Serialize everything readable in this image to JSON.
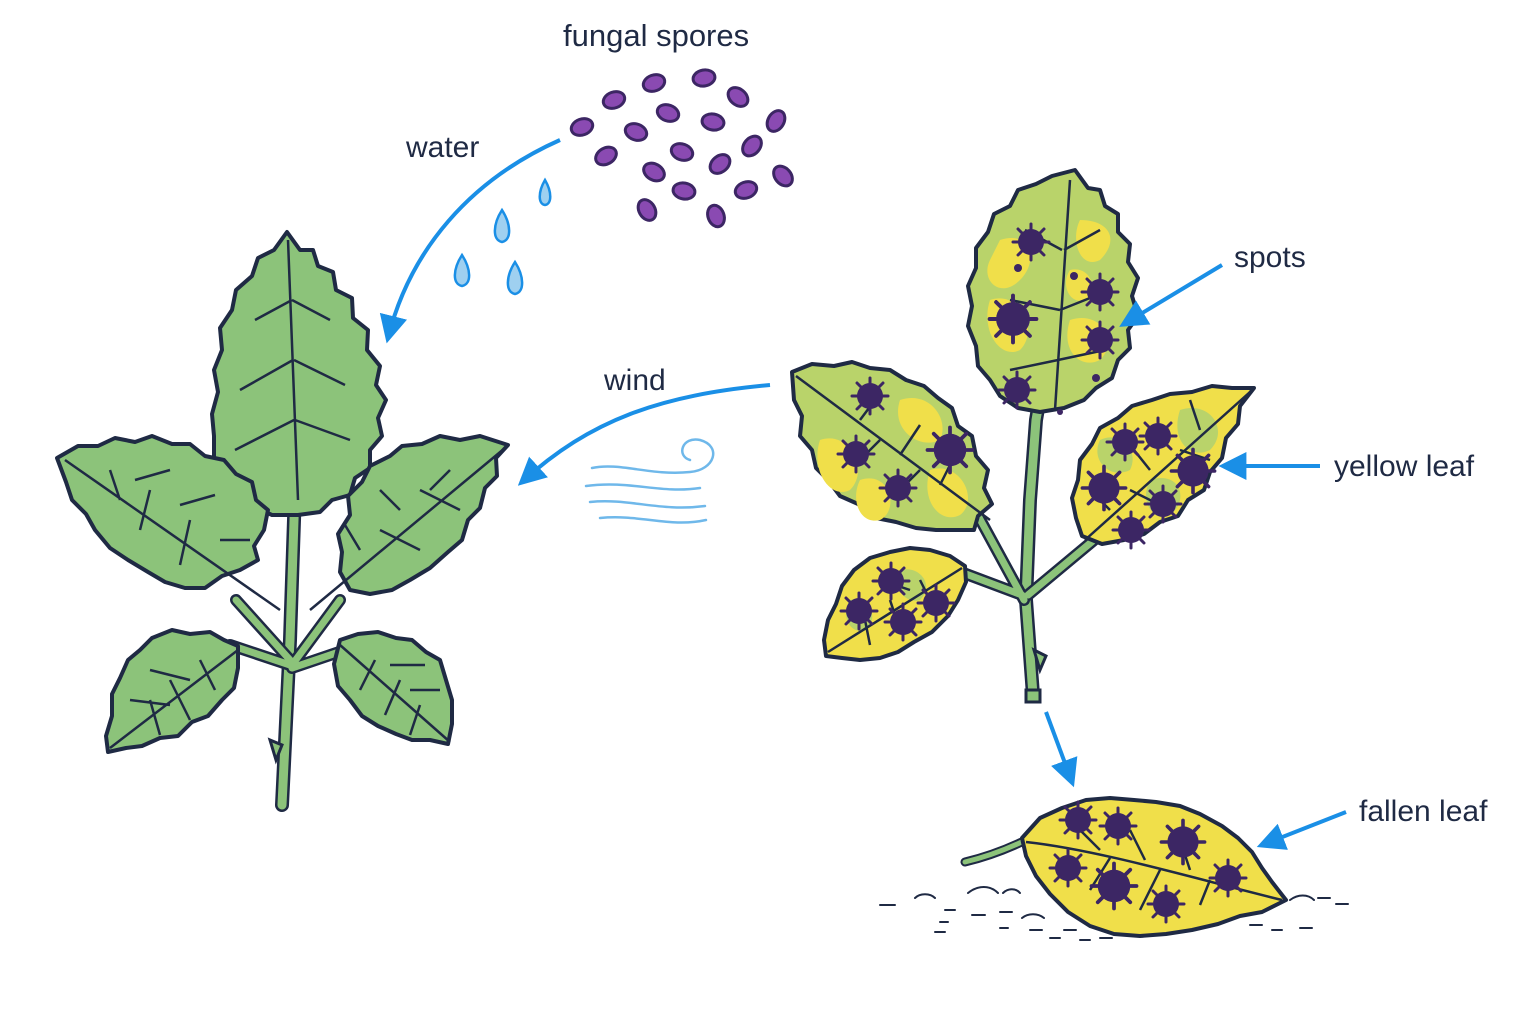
{
  "labels": {
    "fungal_spores": "fungal spores",
    "water": "water",
    "wind": "wind",
    "spots": "spots",
    "yellow_leaf": "yellow leaf",
    "fallen_leaf": "fallen leaf"
  },
  "colors": {
    "healthy_leaf": "#8cc37a",
    "leaf_outline": "#1f2a44",
    "stem": "#8cc37a",
    "yellow": "#f0df4a",
    "yellow_green": "#b9d36a",
    "spot": "#3c2664",
    "spore": "#8a4ab2",
    "arrow": "#1a8fe6",
    "water_drop": "#9fd0f0",
    "wind_lines": "#6fb8ea"
  }
}
